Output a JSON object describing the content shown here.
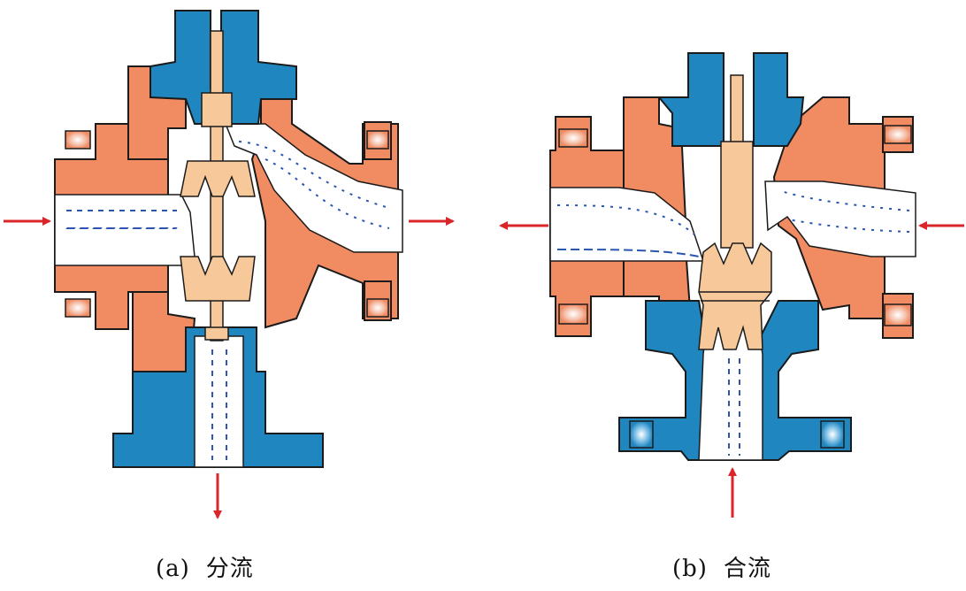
{
  "colors": {
    "body_orange": "#f08b62",
    "bonnet_blue": "#1f86c0",
    "stem_peach": "#f7c99a",
    "flow_white": "#ffffff",
    "outline": "#1b1b1b",
    "hatch_blue": "#2a55b0",
    "arrow_red": "#d8262b",
    "bolt_pink": "#f5b8a2"
  },
  "figures": [
    {
      "tag": "(a)",
      "title": "分流",
      "flow_inlets": [
        "left"
      ],
      "flow_outlets": [
        "right",
        "bottom"
      ]
    },
    {
      "tag": "(b)",
      "title": "合流",
      "flow_inlets": [
        "right",
        "bottom"
      ],
      "flow_outlets": [
        "left"
      ]
    }
  ]
}
